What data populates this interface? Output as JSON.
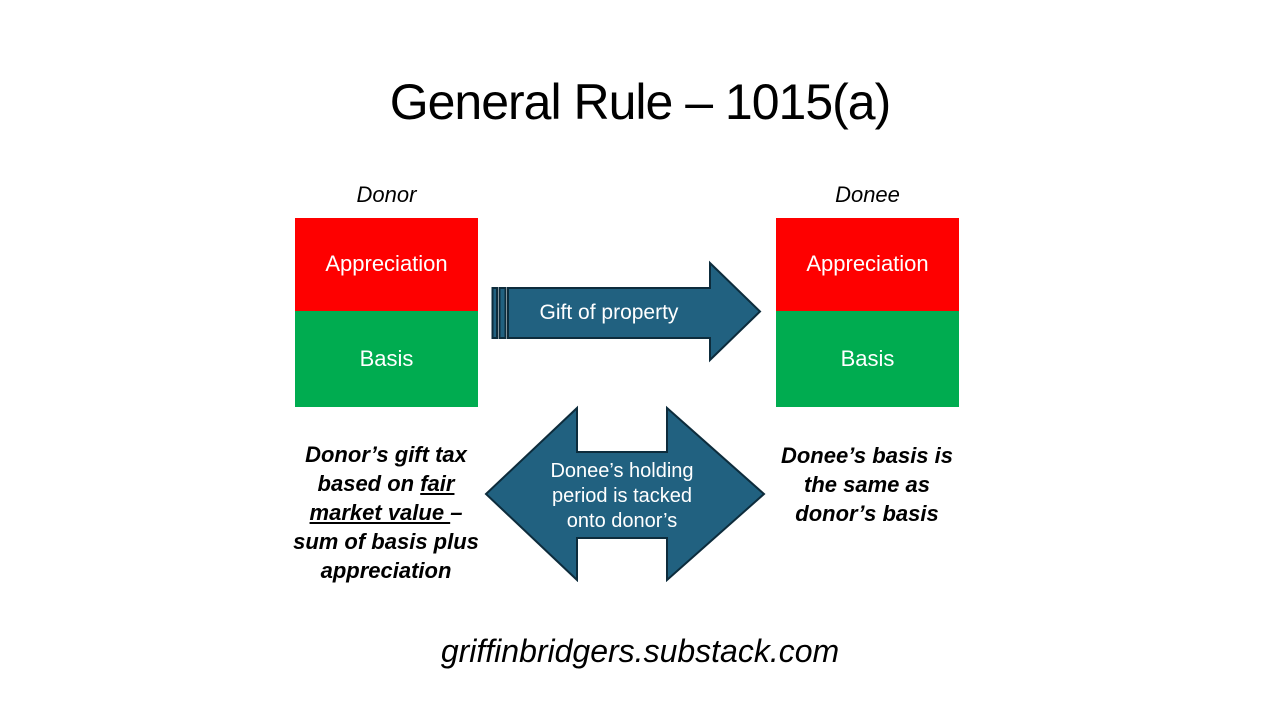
{
  "slide": {
    "title": "General Rule – 1015(a)",
    "footer": "griffinbridgers.substack.com"
  },
  "donor": {
    "label": "Donor",
    "appreciation": "Appreciation",
    "basis": "Basis"
  },
  "donee": {
    "label": "Donee",
    "appreciation": "Appreciation",
    "basis": "Basis"
  },
  "arrows": {
    "gift_label": "Gift of property",
    "holding_lines": [
      "Donee’s holding",
      "period is tacked",
      "onto donor’s"
    ]
  },
  "notes": {
    "donor_segments": [
      [
        {
          "t": "Donor’s gift tax"
        }
      ],
      [
        {
          "t": "based on "
        },
        {
          "t": "fair",
          "u": true
        }
      ],
      [
        {
          "t": "market value ",
          "u": true
        },
        {
          "t": "–"
        }
      ],
      [
        {
          "t": "sum of basis plus"
        }
      ],
      [
        {
          "t": "appreciation"
        }
      ]
    ],
    "donee_lines": [
      "Donee’s basis is",
      "the same as",
      "donor’s basis"
    ]
  },
  "colors": {
    "appreciation": "#FE0000",
    "basis": "#00AC50",
    "arrow_fill": "#216180",
    "arrow_stroke": "#0D2C3C"
  }
}
